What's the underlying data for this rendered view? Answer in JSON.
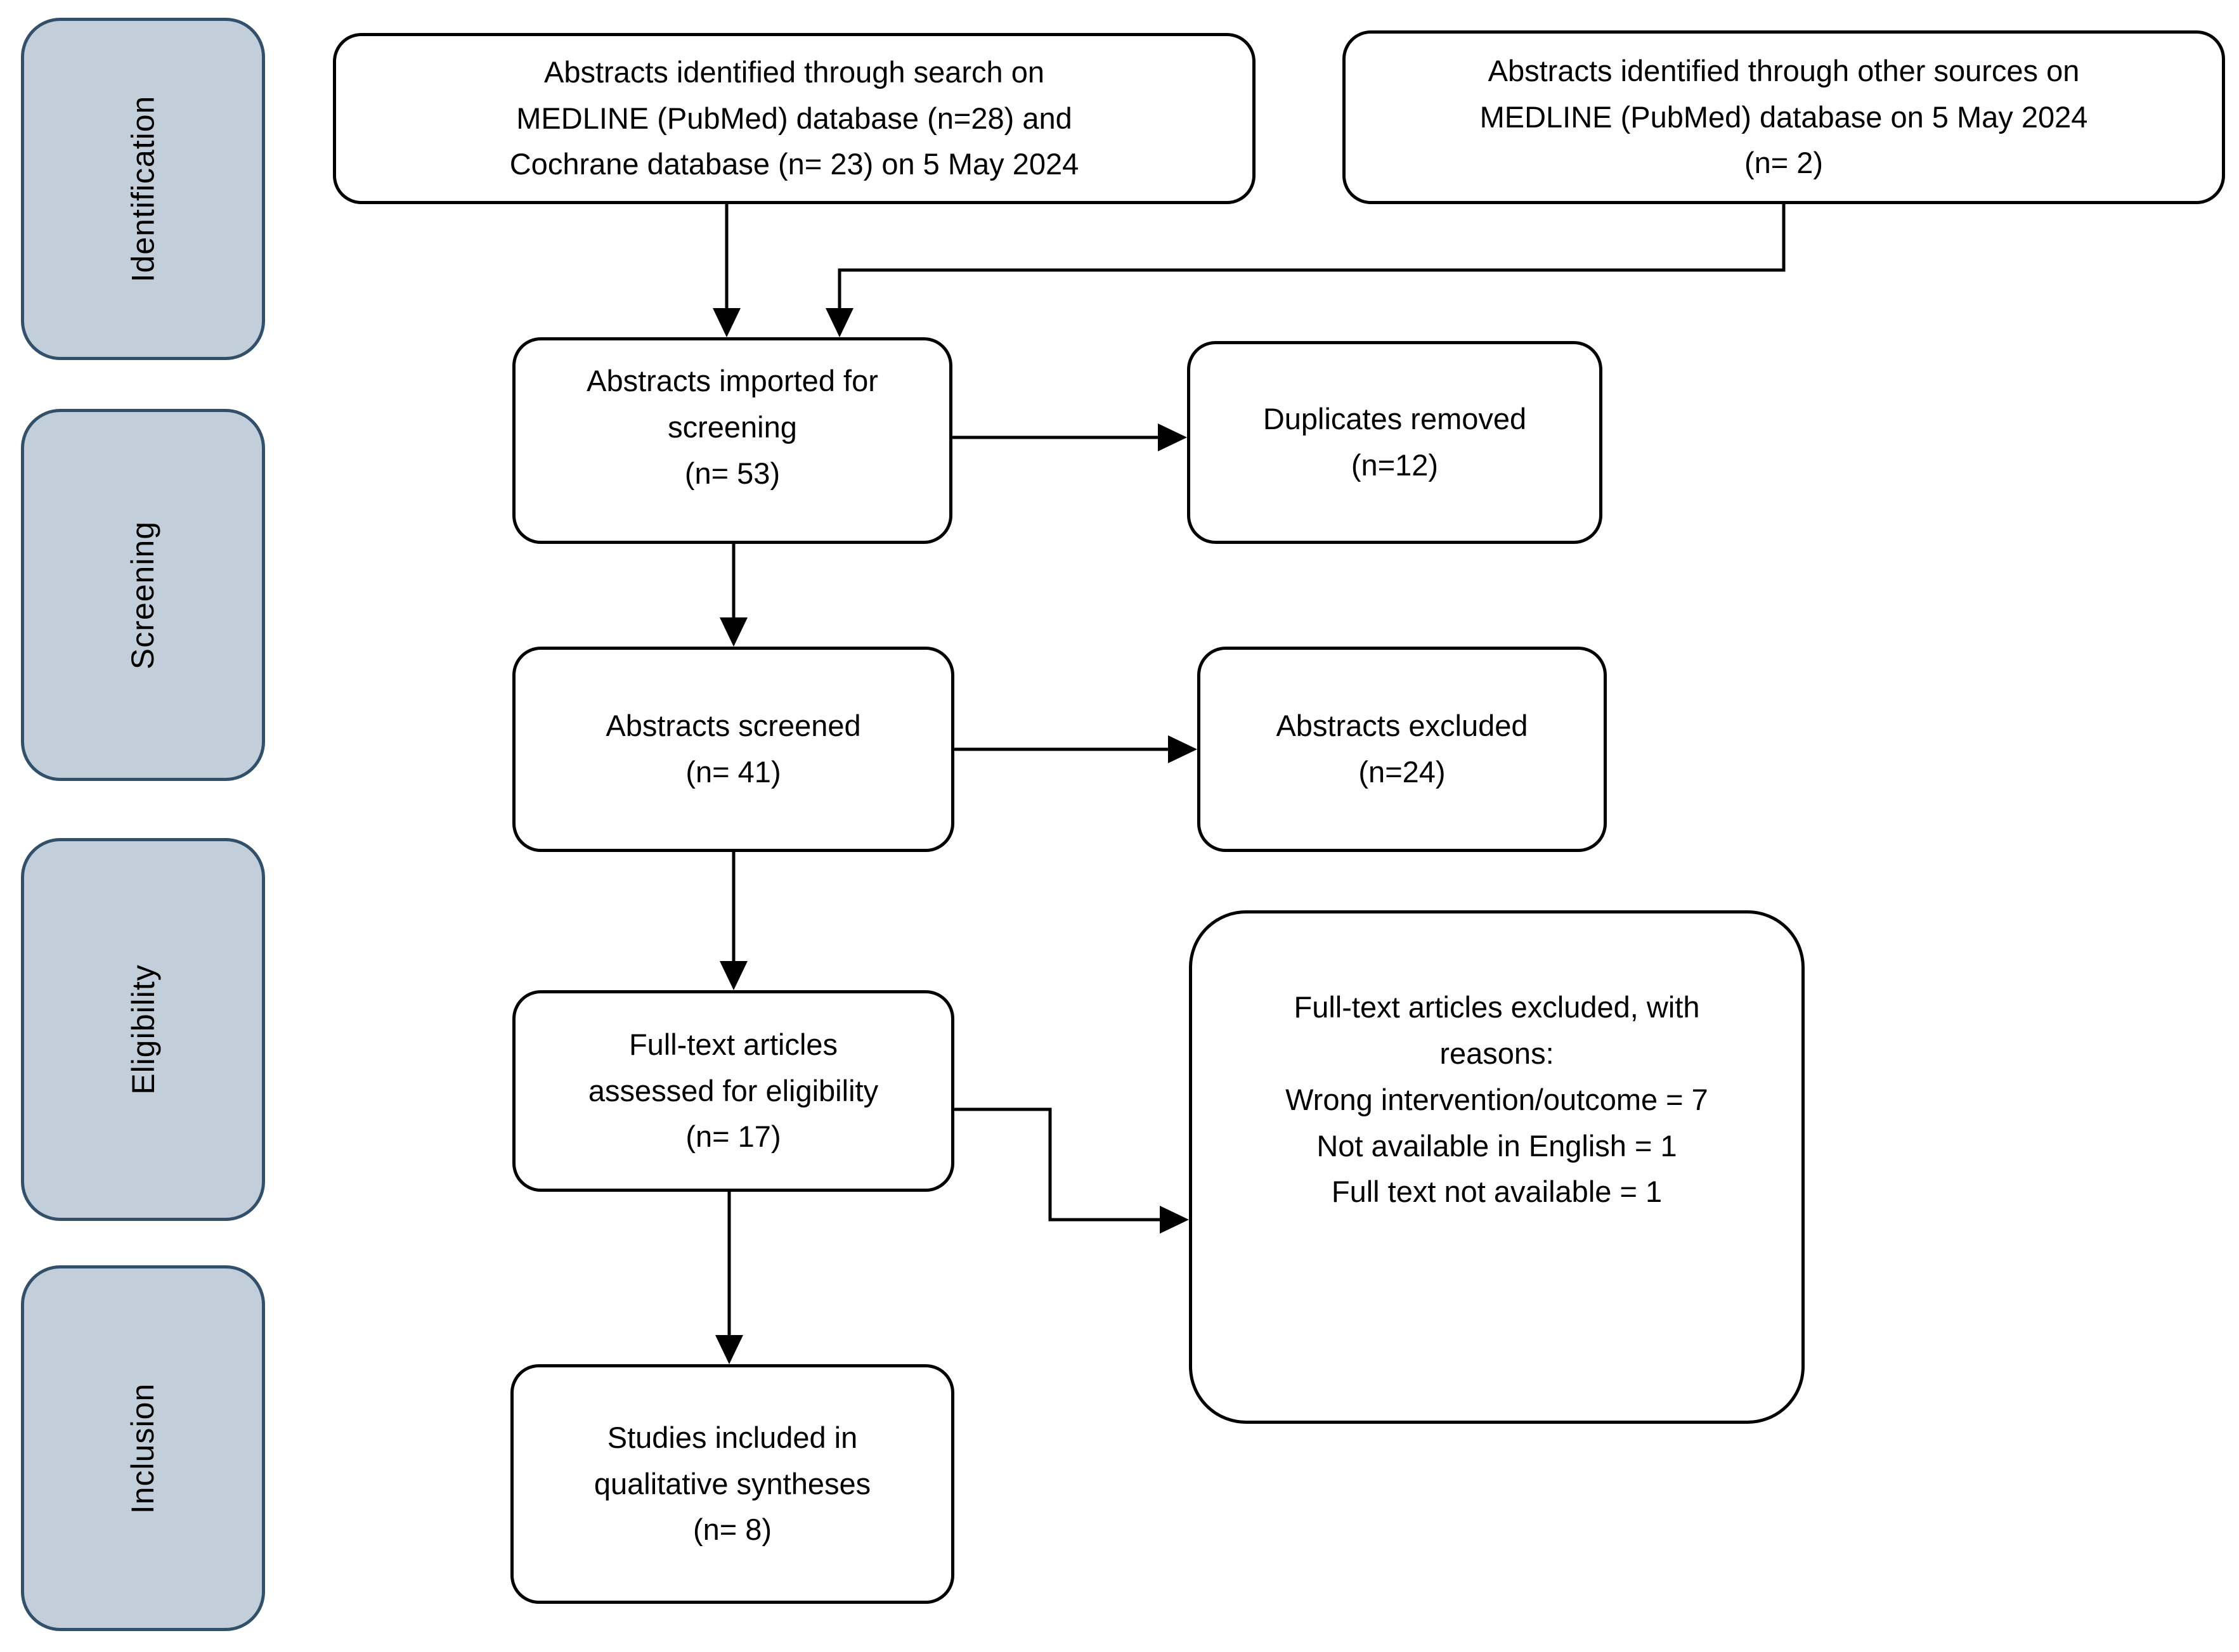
{
  "diagram_type": "prisma-flow-diagram",
  "colors": {
    "background": "#ffffff",
    "stage_fill": "#c2ced9",
    "stage_border": "#33506b",
    "box_fill": "#ffffff",
    "box_border": "#000000",
    "arrow": "#000000",
    "text": "#000000"
  },
  "stages": [
    {
      "label": "Identification"
    },
    {
      "label": "Screening"
    },
    {
      "label": "Eligibility"
    },
    {
      "label": "Inclusion"
    }
  ],
  "boxes": {
    "identified_search": "Abstracts identified through search on\nMEDLINE (PubMed) database (n=28) and\nCochrane database (n= 23) on 5 May 2024",
    "identified_other": "Abstracts identified through other sources on\nMEDLINE (PubMed) database on 5 May 2024\n(n= 2)",
    "imported": "Abstracts imported for\nscreening\n(n= 53)",
    "duplicates_removed": "Duplicates removed\n(n=12)",
    "screened": "Abstracts screened\n(n= 41)",
    "abstracts_excluded": "Abstracts excluded\n(n=24)",
    "fulltext_assessed": "Full-text articles\nassessed for eligibility\n(n= 17)",
    "fulltext_excluded": "Full-text articles excluded, with\nreasons:\nWrong intervention/outcome = 7\nNot available in English = 1\nFull text not available = 1",
    "included": "Studies included in\nqualitative syntheses\n(n= 8)"
  },
  "edges": [
    {
      "from": "identified_search",
      "to": "imported"
    },
    {
      "from": "identified_other",
      "to": "imported"
    },
    {
      "from": "imported",
      "to": "duplicates_removed"
    },
    {
      "from": "imported",
      "to": "screened"
    },
    {
      "from": "screened",
      "to": "abstracts_excluded"
    },
    {
      "from": "screened",
      "to": "fulltext_assessed"
    },
    {
      "from": "fulltext_assessed",
      "to": "fulltext_excluded"
    },
    {
      "from": "fulltext_assessed",
      "to": "included"
    }
  ]
}
